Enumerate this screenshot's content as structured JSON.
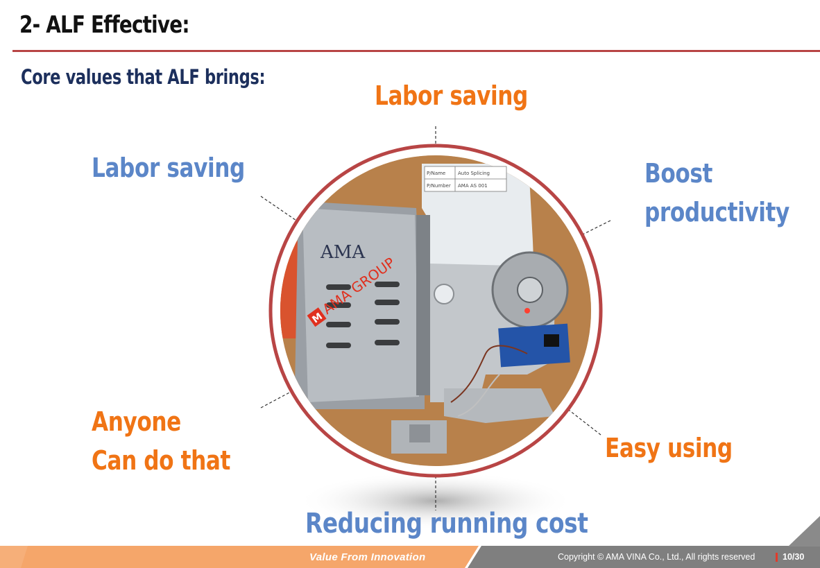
{
  "slide": {
    "title": "2- ALF Effective:",
    "subtitle": "Core values that ALF brings:"
  },
  "labels": {
    "top": "Labor saving",
    "left": "Labor saving",
    "right_line1": "Boost",
    "right_line2": "productivity",
    "bottom_left_line1": "Anyone",
    "bottom_left_line2": "Can do that",
    "bottom_right": "Easy using",
    "bottom": "Reducing running cost"
  },
  "photo": {
    "machine_logo": "AMA",
    "watermark": "AMA GROUP",
    "tag_row1_label": "P/Name",
    "tag_row1_value": "Auto Splicing",
    "tag_row2_label": "P/Number",
    "tag_row2_value": "AMA AS 001"
  },
  "footer": {
    "slogan": "Value From Innovation",
    "copyright": "Copyright © AMA VINA Co., Ltd., All rights reserved",
    "page": "10/30"
  },
  "colors": {
    "title_rule": "#b84545",
    "subtitle": "#1c2f5c",
    "orange": "#f07415",
    "blue": "#5b86c8",
    "ring": "#b84545",
    "footer_orange": "#f5a66a",
    "footer_gray": "#7f7f7f"
  }
}
